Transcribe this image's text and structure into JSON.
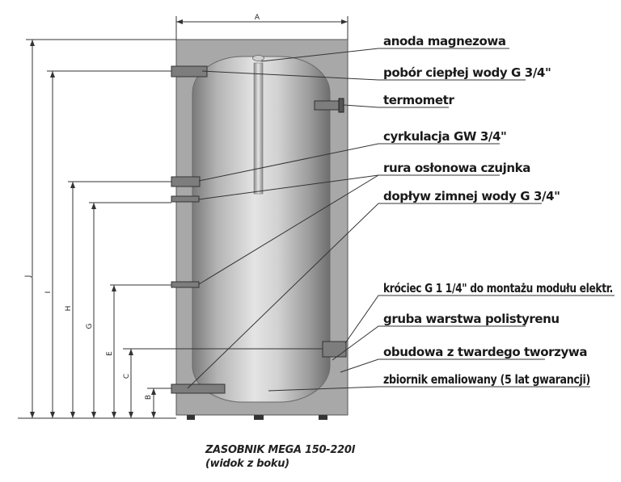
{
  "diagram": {
    "labels": {
      "anode": "anoda magnezowa",
      "hot_water": "pobór ciepłej wody G 3/4\"",
      "thermometer": "termometr",
      "circulation": "cyrkulacja GW 3/4\"",
      "sensor_pipe": "rura osłonowa czujnka",
      "cold_water": "dopływ zimnej wody G 3/4\"",
      "heater_port": "króciec G 1 1/4\" do montażu modułu elektr.",
      "insulation": "gruba warstwa polistyrenu",
      "casing": "obudowa z twardego tworzywa",
      "tank": "zbiornik emaliowany (5 lat gwarancji)"
    },
    "dimensions": {
      "A": "A",
      "J": "J",
      "I": "I",
      "H": "H",
      "G": "G",
      "E": "E",
      "C": "C",
      "B": "B"
    },
    "caption": {
      "line1": "ZASOBNIK MEGA 150-220l",
      "line2": "(widok z boku)"
    }
  }
}
